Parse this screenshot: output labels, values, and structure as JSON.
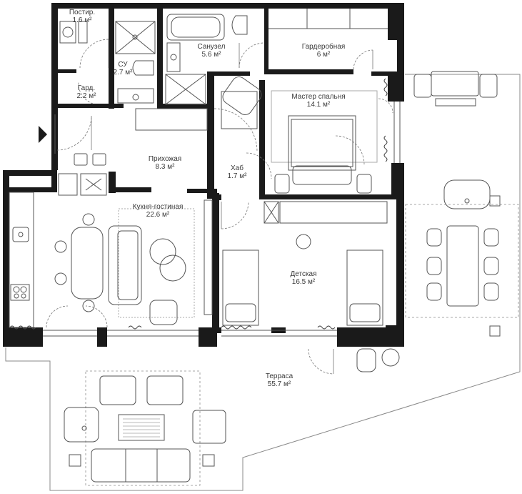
{
  "rooms": {
    "postir": {
      "name": "Постир.",
      "area": "1.6 м²"
    },
    "su": {
      "name": "СУ",
      "area": "2.7 м²"
    },
    "sanuzel": {
      "name": "Санузел",
      "area": "5.6 м²"
    },
    "garderob": {
      "name": "Гардеробная",
      "area": "6 м²"
    },
    "gard": {
      "name": "Гард.",
      "area": "2.2 м²"
    },
    "master": {
      "name": "Мастер спальня",
      "area": "14.1 м²"
    },
    "prihozh": {
      "name": "Прихожая",
      "area": "8.3 м²"
    },
    "hab": {
      "name": "Хаб",
      "area": "1.7 м²"
    },
    "kitchen": {
      "name": "Кухня-гостиная",
      "area": "22.6 м²"
    },
    "detskaya": {
      "name": "Детская",
      "area": "16.5 м²"
    },
    "terrace": {
      "name": "Терраса",
      "area": "55.7 м²"
    }
  },
  "colors": {
    "wall": "#1a1a1a",
    "line": "#555555",
    "thin": "#9a9a9a",
    "text": "#3a3a3a"
  },
  "icons": {
    "entrance": "entrance-arrow-icon"
  }
}
